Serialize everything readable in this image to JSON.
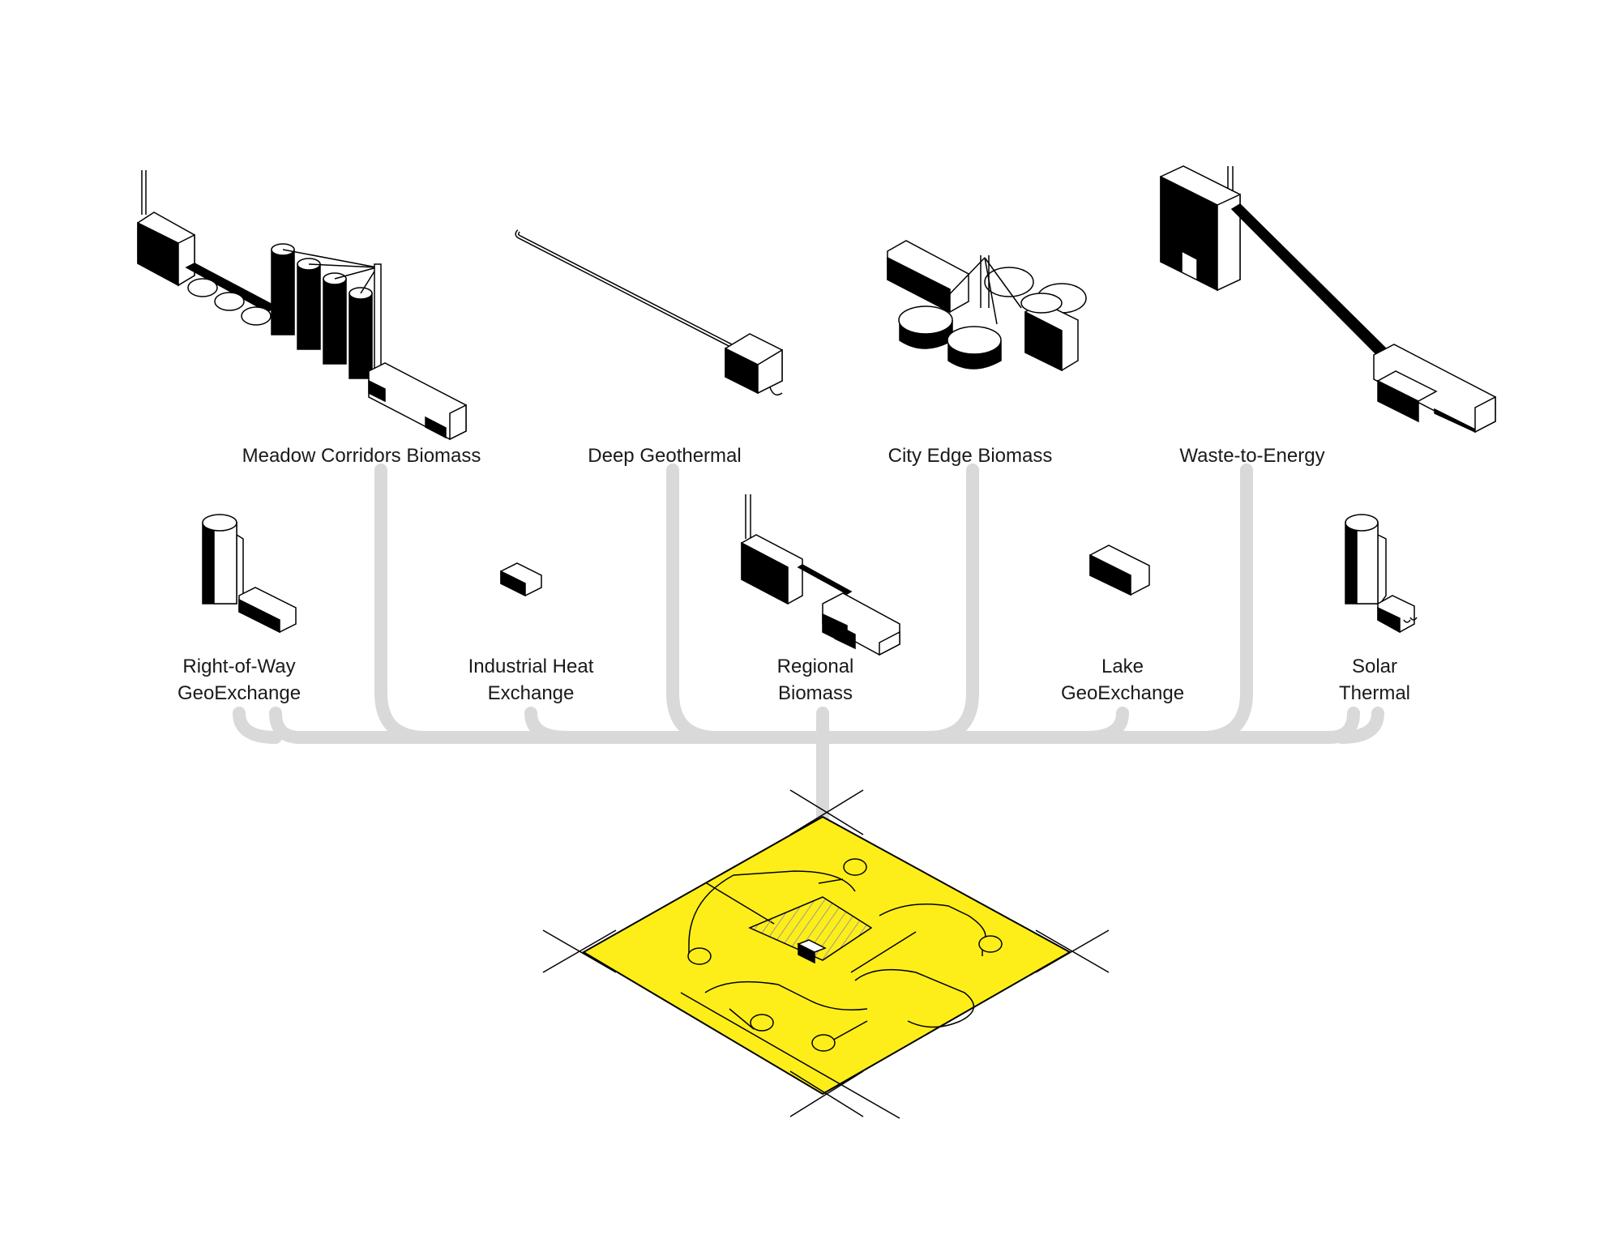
{
  "colors": {
    "pipe": "#d9d9d9",
    "district_fill": "#fdee1a",
    "ink": "#000000",
    "hatch": "#9a9a9a"
  },
  "sources_top": [
    {
      "id": "meadow",
      "label": "Meadow Corridors Biomass"
    },
    {
      "id": "deep-geo",
      "label": "Deep Geothermal"
    },
    {
      "id": "city-edge",
      "label": "City Edge Biomass"
    },
    {
      "id": "waste",
      "label": "Waste-to-Energy"
    }
  ],
  "sources_mid": [
    {
      "id": "row-geo",
      "line1": "Right-of-Way",
      "line2": "GeoExchange"
    },
    {
      "id": "industrial",
      "line1": "Industrial Heat",
      "line2": "Exchange"
    },
    {
      "id": "regional",
      "line1": "Regional",
      "line2": "Biomass"
    },
    {
      "id": "lake",
      "line1": "Lake",
      "line2": "GeoExchange"
    },
    {
      "id": "solar",
      "line1": "Solar",
      "line2": "Thermal"
    }
  ]
}
